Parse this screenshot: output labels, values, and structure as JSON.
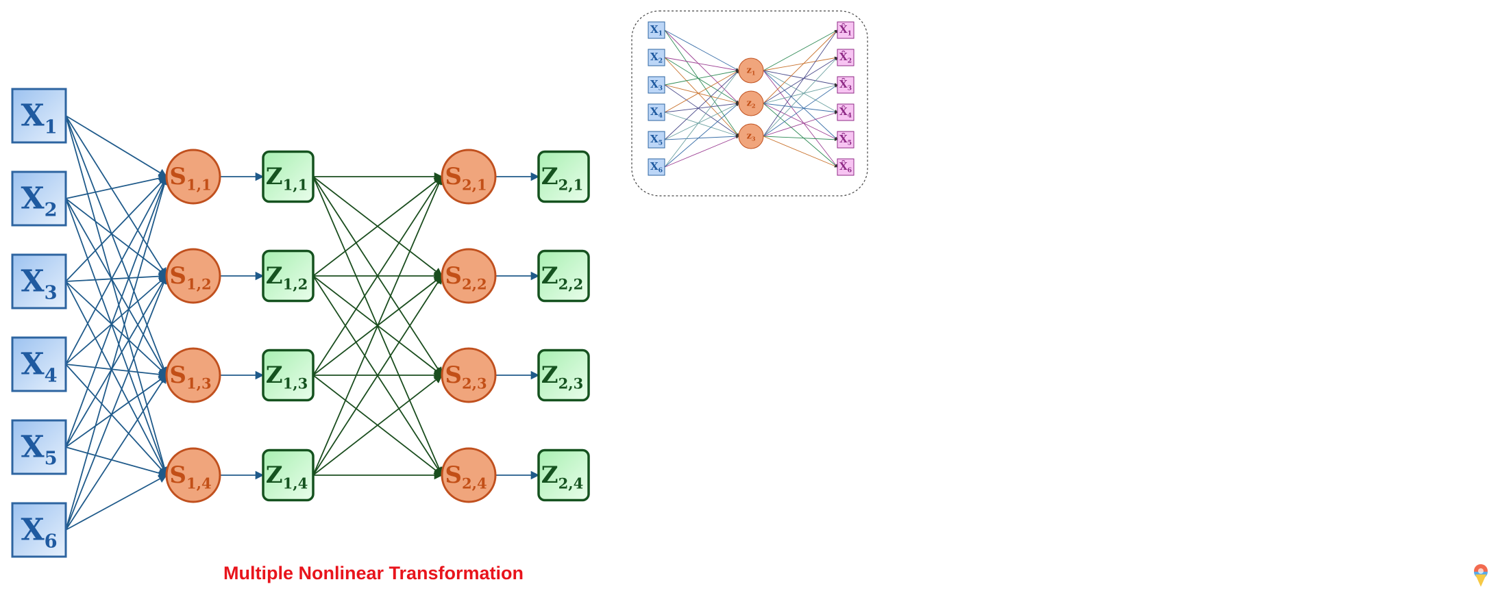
{
  "caption": "Multiple Nonlinear Transformation",
  "colors": {
    "input_fill": "#bcd6f7",
    "input_stroke": "#2d64a0",
    "input_text": "#1f5aa0",
    "neuron_fill": "#f0a57c",
    "neuron_stroke": "#c0501e",
    "neuron_text": "#c24f17",
    "z_fill": "#cbf7cf",
    "z_stroke": "#15521f",
    "z_text": "#15521f",
    "edge_blue": "#1f5a8a",
    "edge_green": "#1a4d1e",
    "out_fill": "#f7c4f2",
    "out_stroke": "#8f2a86",
    "caption": "#e8141c"
  },
  "main": {
    "inputs": [
      {
        "base": "X",
        "sub": "1"
      },
      {
        "base": "X",
        "sub": "2"
      },
      {
        "base": "X",
        "sub": "3"
      },
      {
        "base": "X",
        "sub": "4"
      },
      {
        "base": "X",
        "sub": "5"
      },
      {
        "base": "X",
        "sub": "6"
      }
    ],
    "layer1_s": [
      {
        "base": "S",
        "sub": "1,1"
      },
      {
        "base": "S",
        "sub": "1,2"
      },
      {
        "base": "S",
        "sub": "1,3"
      },
      {
        "base": "S",
        "sub": "1,4"
      }
    ],
    "layer1_z": [
      {
        "base": "Z",
        "sub": "1,1"
      },
      {
        "base": "Z",
        "sub": "1,2"
      },
      {
        "base": "Z",
        "sub": "1,3"
      },
      {
        "base": "Z",
        "sub": "1,4"
      }
    ],
    "layer2_s": [
      {
        "base": "S",
        "sub": "2,1"
      },
      {
        "base": "S",
        "sub": "2,2"
      },
      {
        "base": "S",
        "sub": "2,3"
      },
      {
        "base": "S",
        "sub": "2,4"
      }
    ],
    "layer2_z": [
      {
        "base": "Z",
        "sub": "2,1"
      },
      {
        "base": "Z",
        "sub": "2,2"
      },
      {
        "base": "Z",
        "sub": "2,3"
      },
      {
        "base": "Z",
        "sub": "2,4"
      }
    ]
  },
  "inset": {
    "inputs": [
      {
        "base": "X",
        "sub": "1"
      },
      {
        "base": "X",
        "sub": "2"
      },
      {
        "base": "X",
        "sub": "3"
      },
      {
        "base": "X",
        "sub": "4"
      },
      {
        "base": "X",
        "sub": "5"
      },
      {
        "base": "X",
        "sub": "6"
      }
    ],
    "hidden": [
      {
        "base": "z",
        "sub": "1"
      },
      {
        "base": "z",
        "sub": "2"
      },
      {
        "base": "z",
        "sub": "3"
      }
    ],
    "outputs": [
      {
        "base": "X̂",
        "sub": "1"
      },
      {
        "base": "X̂",
        "sub": "2"
      },
      {
        "base": "X̂",
        "sub": "3"
      },
      {
        "base": "X̂",
        "sub": "4"
      },
      {
        "base": "X̂",
        "sub": "5"
      },
      {
        "base": "X̂",
        "sub": "6"
      }
    ],
    "edge_colors": [
      "#3a6fa8",
      "#9c3f93",
      "#2e8a55",
      "#c8702a",
      "#4a4a8a",
      "#6aa0a0"
    ]
  }
}
